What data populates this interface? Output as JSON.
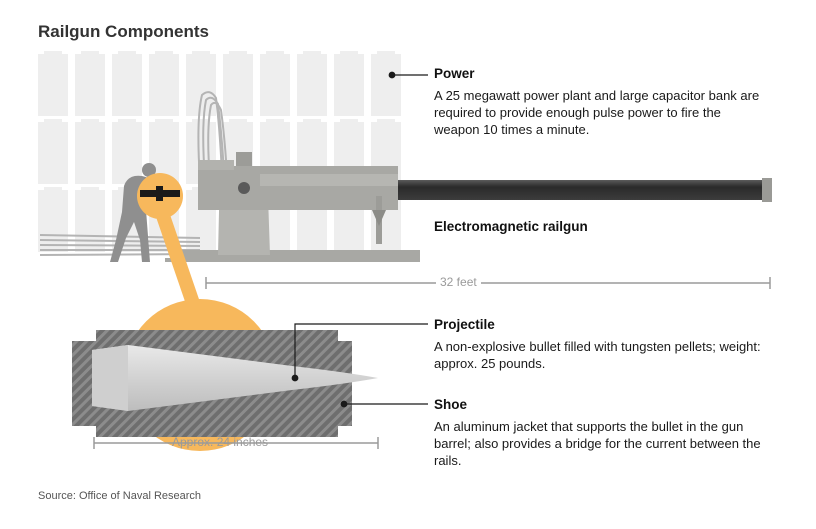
{
  "title": "Railgun Components",
  "components": {
    "power": {
      "label": "Power",
      "description": "A 25 megawatt power plant and large capacitor bank are required to provide enough pulse power to fire the weapon 10 times a minute."
    },
    "railgun": {
      "label": "Electromagnetic railgun"
    },
    "projectile": {
      "label": "Projectile",
      "description": "A non-explosive bullet filled with tungsten pellets; weight: approx. 25 pounds."
    },
    "shoe": {
      "label": "Shoe",
      "description": "An aluminum jacket that supports the bullet in the gun barrel; also provides a bridge for the current between the rails."
    }
  },
  "dimensions": {
    "gun_length": "32 feet",
    "projectile_length": "Approx. 24 inches"
  },
  "source": "Source: Office of Naval Research",
  "colors": {
    "highlight": "#f7b85c",
    "gun_gray": "#a4a4a0",
    "barrel": "#3a3a3a",
    "capacitor": "#eeeeee"
  }
}
